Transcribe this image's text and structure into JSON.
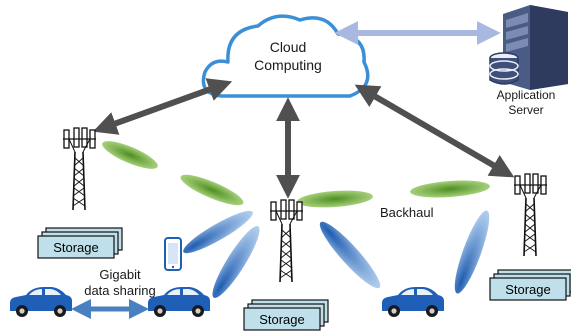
{
  "cloud": {
    "line1": "Cloud",
    "line2": "Computing"
  },
  "server": {
    "line1": "Application",
    "line2": "Server"
  },
  "backhaul": "Backhaul",
  "data_sharing": {
    "line1": "Gigabit",
    "line2": "data sharing"
  },
  "storage_label": "Storage",
  "colors": {
    "cloud_stroke": "#3a8fd6",
    "arrow": "#505050",
    "server_arrow": "#a8b8e0",
    "backhaul": "#6aa53a",
    "beam": "#5a8fd0",
    "storage_fill": "#bfe0ea",
    "car": "#1f5fb8",
    "server": "#3f4f7a"
  }
}
